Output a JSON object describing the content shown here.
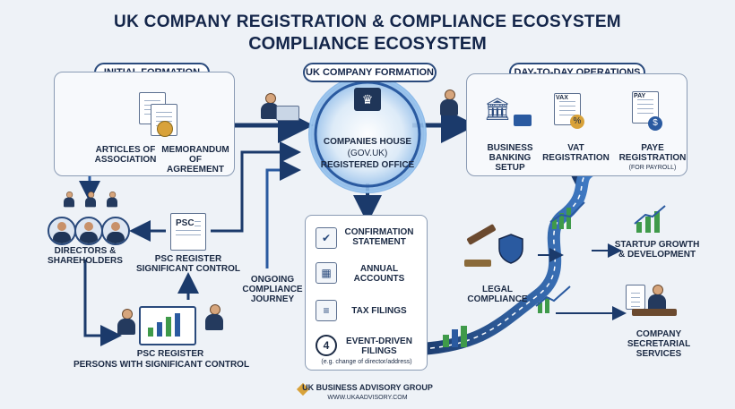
{
  "title": {
    "line1": "UK COMPANY REGISTRATION & COMPLIANCE ECOSYSTEM",
    "line2": "COMPLIANCE ECOSYSTEM"
  },
  "sections": {
    "initial_formation": "INITIAL FORMATION",
    "uk_company_formation": "UK COMPANY FORMATION",
    "day_to_day": "DAY-TO-DAY OPERATIONS"
  },
  "formation": {
    "articles": "ARTICLES OF ASSOCIATION",
    "memorandum": "MEMORANDUM OF AGREEMENT"
  },
  "hub": {
    "line1": "COMPANIES HOUSE",
    "line2": "(GOV.UK)",
    "line3": "REGISTERED OFFICE"
  },
  "operations": {
    "banking": "BUSINESS BANKING SETUP",
    "vat": "VAT REGISTRATION",
    "vat_doc": "VAX",
    "paye": "PAYE REGISTRATION",
    "paye_sub": "(FOR PAYROLL)",
    "paye_doc": "PAY"
  },
  "left": {
    "directors": "DIRECTORS & SHAREHOLDERS",
    "psc_register": "PSC REGISTER SIGNIFICANT CONTROL",
    "psc_doc": "PSC",
    "psc_bottom_1": "PSC REGISTER",
    "psc_bottom_2": "PERSONS WITH SIGNIFICANT CONTROL"
  },
  "journey": "ONGOING COMPLIANCE JOURNEY",
  "steps": [
    {
      "label": "CONFIRMATION STATEMENT",
      "icon": "checkmark-doc-icon"
    },
    {
      "label": "ANNUAL ACCOUNTS",
      "icon": "chart-doc-icon"
    },
    {
      "label": "TAX FILINGS",
      "icon": "tax-doc-icon"
    },
    {
      "label": "EVENT-DRIVEN FILINGS",
      "sub": "(e.g. change of director/address)",
      "badge": "4"
    }
  ],
  "right": {
    "legal": "LEGAL COMPLIANCE",
    "startup": "STARTUP GROWTH & DEVELOPMENT",
    "secretarial": "COMPANY SECRETARIAL SERVICES"
  },
  "footer": {
    "org": "UK BUSINESS ADVISORY GROUP",
    "url": "WWW.UKAADVISORY.COM"
  },
  "colors": {
    "navy": "#14264a",
    "accent": "#2a5aa0",
    "glow": "#6aa9e8",
    "green": "#3f9a4a",
    "gold": "#d8a23a"
  }
}
